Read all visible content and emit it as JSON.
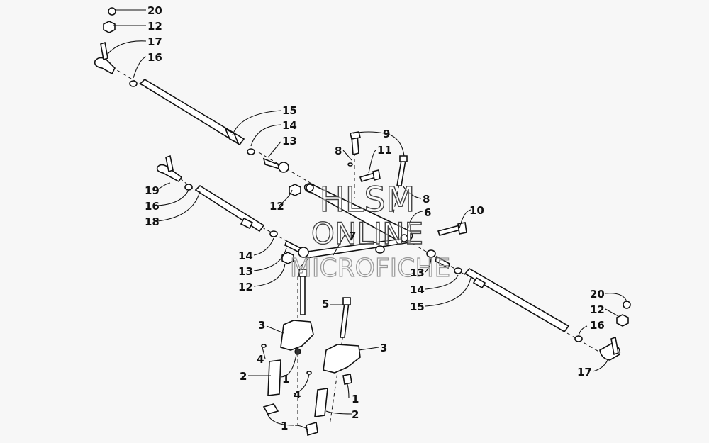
{
  "watermark": {
    "line1": "HLSM",
    "line2": "ONLINE",
    "line3": "MICROFICHE"
  },
  "callouts": [
    {
      "id": "c20a",
      "text": "20"
    },
    {
      "id": "c12a",
      "text": "12"
    },
    {
      "id": "c17a",
      "text": "17"
    },
    {
      "id": "c16a",
      "text": "16"
    },
    {
      "id": "c15a",
      "text": "15"
    },
    {
      "id": "c14a",
      "text": "14"
    },
    {
      "id": "c13a",
      "text": "13"
    },
    {
      "id": "c9",
      "text": "9"
    },
    {
      "id": "c8a",
      "text": "8"
    },
    {
      "id": "c11",
      "text": "11"
    },
    {
      "id": "c8b",
      "text": "8"
    },
    {
      "id": "c6",
      "text": "6"
    },
    {
      "id": "c10",
      "text": "10"
    },
    {
      "id": "c19",
      "text": "19"
    },
    {
      "id": "c16b",
      "text": "16"
    },
    {
      "id": "c18",
      "text": "18"
    },
    {
      "id": "c12b",
      "text": "12"
    },
    {
      "id": "c7",
      "text": "7"
    },
    {
      "id": "c14b",
      "text": "14"
    },
    {
      "id": "c13b",
      "text": "13"
    },
    {
      "id": "c12c",
      "text": "12"
    },
    {
      "id": "c5",
      "text": "5"
    },
    {
      "id": "c3a",
      "text": "3"
    },
    {
      "id": "c4a",
      "text": "4"
    },
    {
      "id": "c2a",
      "text": "2"
    },
    {
      "id": "c1a",
      "text": "1"
    },
    {
      "id": "c1b",
      "text": "1"
    },
    {
      "id": "c3b",
      "text": "3"
    },
    {
      "id": "c4b",
      "text": "4"
    },
    {
      "id": "c1c",
      "text": "1"
    },
    {
      "id": "c2b",
      "text": "2"
    },
    {
      "id": "c13c",
      "text": "13"
    },
    {
      "id": "c14c",
      "text": "14"
    },
    {
      "id": "c15b",
      "text": "15"
    },
    {
      "id": "c20b",
      "text": "20"
    },
    {
      "id": "c12d",
      "text": "12"
    },
    {
      "id": "c16c",
      "text": "16"
    },
    {
      "id": "c17b",
      "text": "17"
    }
  ]
}
